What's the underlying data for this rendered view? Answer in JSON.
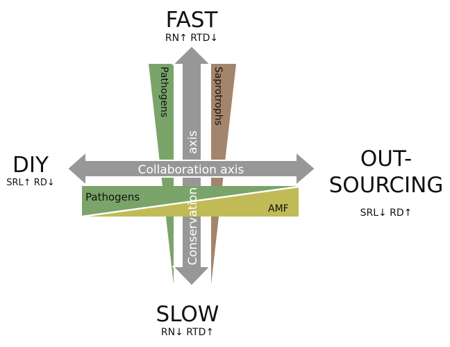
{
  "poles": {
    "fast": {
      "title": "FAST",
      "sub": "RN↑ RTD↓"
    },
    "slow": {
      "title": "SLOW",
      "sub": "RN↓ RTD↑"
    },
    "diy": {
      "title": "DIY",
      "sub": "SRL↑ RD↓"
    },
    "outsourcing": {
      "title_line1": "OUT-",
      "title_line2": "SOURCING",
      "sub": "SRL↓  RD↑"
    }
  },
  "axes": {
    "collaboration": "Collaboration axis",
    "conservation_part1": "Conservation",
    "conservation_part2": "axis"
  },
  "wedges": {
    "pathogens_vertical": "Pathogens",
    "saprotrophs": "Saprotrophs",
    "pathogens_horizontal": "Pathogens",
    "amf": "AMF"
  },
  "colors": {
    "pathogens": "#7aa46a",
    "saprotrophs": "#a3846c",
    "amf": "#c0bb56",
    "axis_arrow": "#979797",
    "axis_stroke": "#ffffff"
  }
}
